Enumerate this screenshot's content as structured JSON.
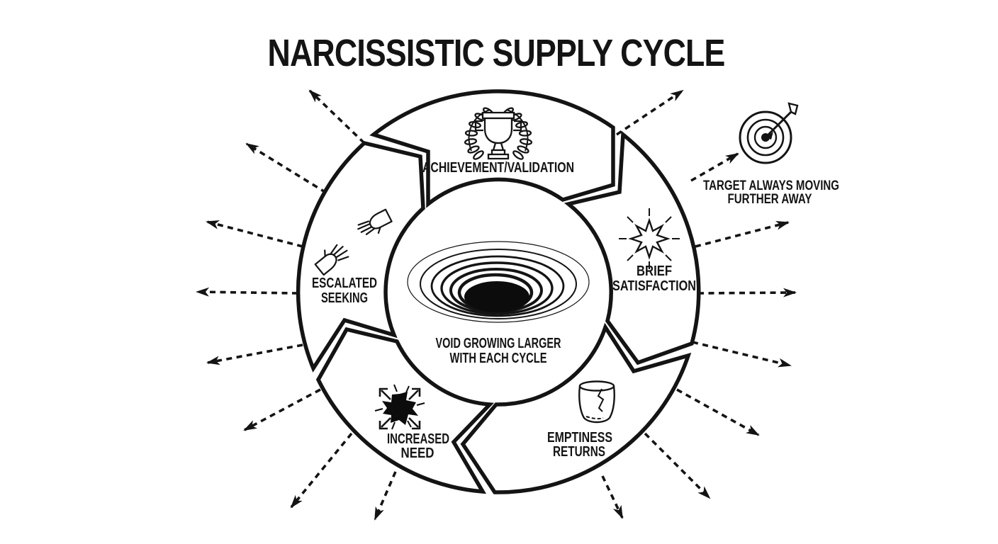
{
  "title": "NARCISSISTIC SUPPLY CYCLE",
  "center_text": {
    "line1": "VOID GROWING LARGER",
    "line2": "WITH EACH CYCLE",
    "icon": "void-spiral-icon"
  },
  "stages": [
    {
      "id": "achievement",
      "icon": "trophy-laurel-icon",
      "label_lines": [
        "ACHIEVEMENT/VALIDATION",
        ""
      ]
    },
    {
      "id": "brief-satisfaction",
      "icon": "starburst-icon",
      "label_lines": [
        "BRIEF",
        "SATISFACTION"
      ]
    },
    {
      "id": "emptiness-returns",
      "icon": "cracked-vessel-icon",
      "label_lines": [
        "EMPTINESS",
        "RETURNS"
      ]
    },
    {
      "id": "increased-need",
      "icon": "splatter-icon",
      "label_lines": [
        "INCREASED",
        "NEED"
      ]
    },
    {
      "id": "escalated-seeking",
      "icon": "reaching-hands-icon",
      "label_lines": [
        "ESCALATED",
        "SEEKING"
      ]
    }
  ],
  "annotation": {
    "icon": "target-arrow-icon",
    "line1": "TARGET ALWAYS MOVING",
    "line2": "FURTHER AWAY"
  },
  "colors": {
    "ink": "#141414",
    "background": "#ffffff"
  }
}
